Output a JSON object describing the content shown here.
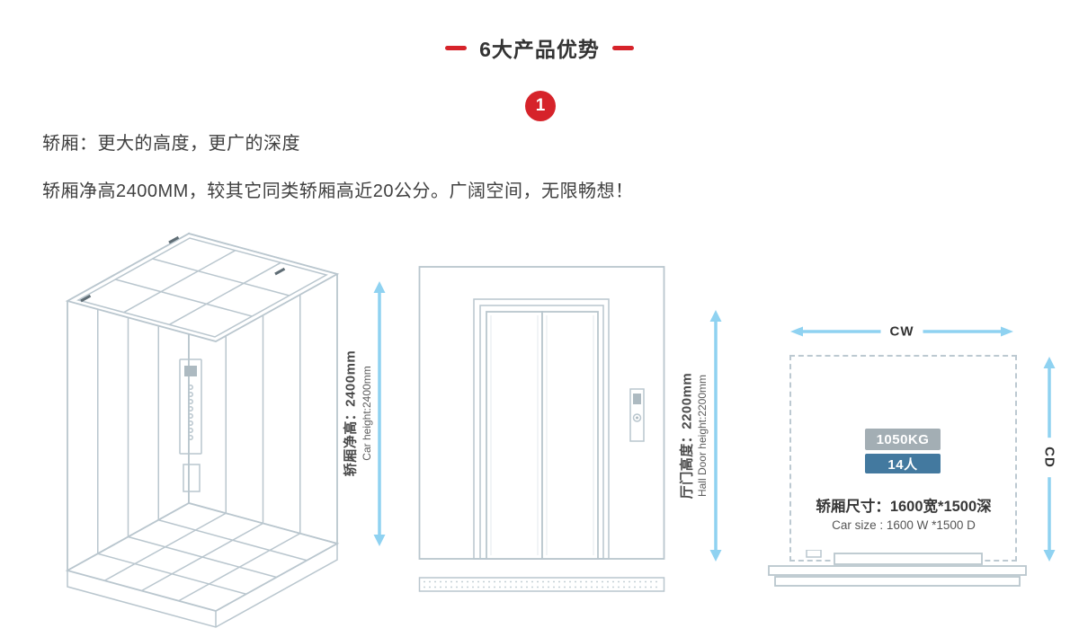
{
  "header": {
    "title": "6大产品优势",
    "badge_number": "1"
  },
  "intro": {
    "line1": "轿厢：更大的高度，更广的深度",
    "line2": "轿厢净高2400MM，较其它同类轿厢高近20公分。广阔空间，无限畅想！"
  },
  "diagrams": {
    "car_iso": {
      "dimension_cn": "轿厢净高：2400mm",
      "dimension_en": "Car height:2400mm"
    },
    "hall_door": {
      "dimension_cn": "厅门高度：2200mm",
      "dimension_en": "Hall Door height:2200mm"
    },
    "plan": {
      "width_label": "CW",
      "depth_label": "CD",
      "load_badge": "1050KG",
      "capacity_badge": "14人",
      "size_cn": "轿厢尺寸：1600宽*1500深",
      "size_en": "Car size : 1600 W *1500 D"
    }
  },
  "colors": {
    "accent_red": "#d6232a",
    "dimension_arrow_blue": "#8fd2f1",
    "line_art_gray": "#b9c6ce",
    "load_badge_gray": "#a3aeb4",
    "capacity_badge_blue": "#43799f"
  }
}
